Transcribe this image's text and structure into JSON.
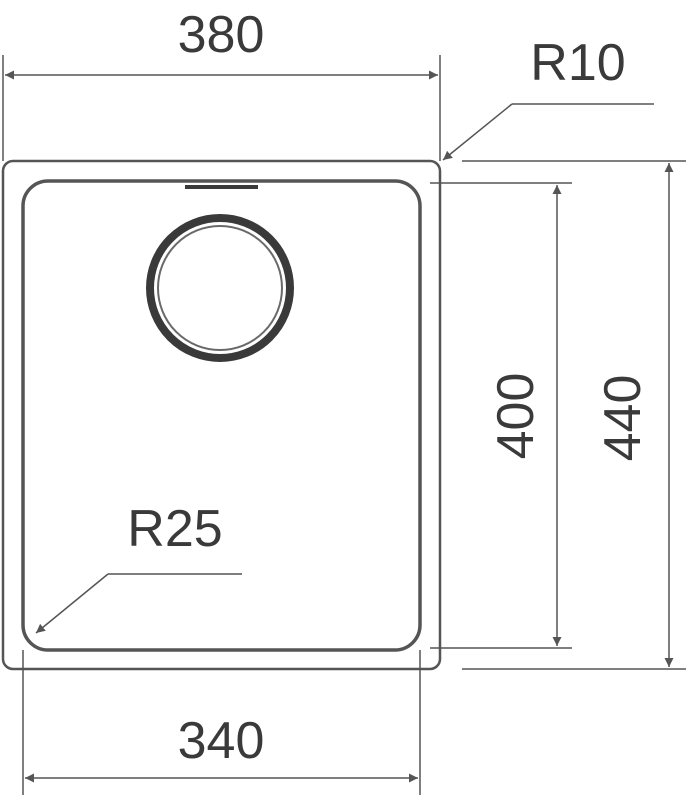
{
  "dimensions": {
    "outer_width": "380",
    "inner_width": "340",
    "inner_height": "400",
    "outer_height": "440",
    "outer_corner_radius": "R10",
    "inner_corner_radius": "R25"
  },
  "colors": {
    "line": "#555555",
    "text": "#3a3a3a",
    "drain": "#3a3a3a",
    "background": "#ffffff"
  }
}
